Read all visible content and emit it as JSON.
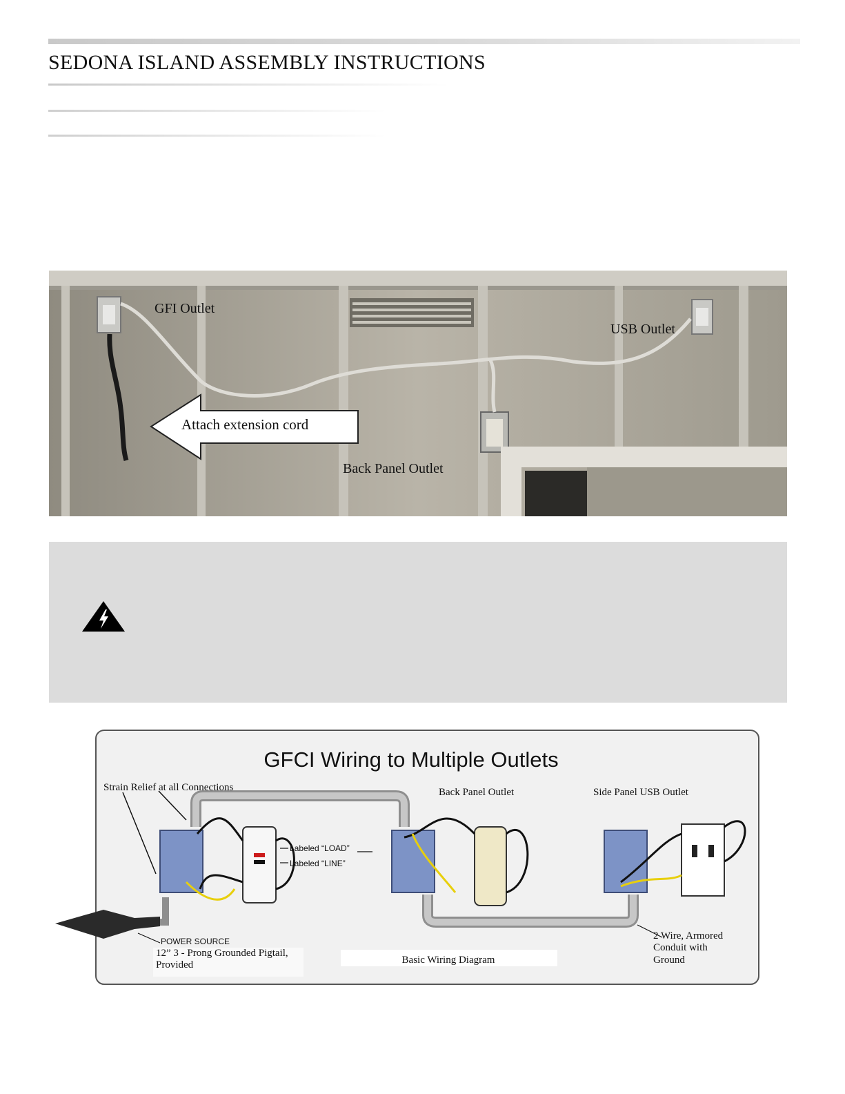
{
  "header": {
    "title": "SEDONA ISLAND ASSEMBLY INSTRUCTIONS"
  },
  "photo": {
    "labels": {
      "gfi_outlet": "GFI Outlet",
      "usb_outlet": "USB Outlet",
      "attach": "Attach extension cord",
      "back_panel": "Back Panel Outlet"
    }
  },
  "diagram": {
    "title": "GFCI Wiring to Multiple Outlets",
    "strain_relief": "Strain Relief at all Connections",
    "back_panel_outlet": "Back Panel Outlet",
    "side_panel_usb": "Side Panel USB Outlet",
    "labeled_load": "Labeled “LOAD”",
    "labeled_line": "Labeled “LINE”",
    "power_source": "POWER SOURCE",
    "pigtail_line1": "12” 3 - Prong Grounded Pigtail,",
    "pigtail_line2": "Provided",
    "basic_wiring": "Basic Wiring Diagram",
    "conduit_line1": "2 Wire, Armored",
    "conduit_line2": "Conduit with",
    "conduit_line3": "Ground"
  },
  "colors": {
    "warning_bg": "#dcdcdc",
    "hot_wire": "#f2d60f",
    "box_blue": "#7d93c6"
  }
}
